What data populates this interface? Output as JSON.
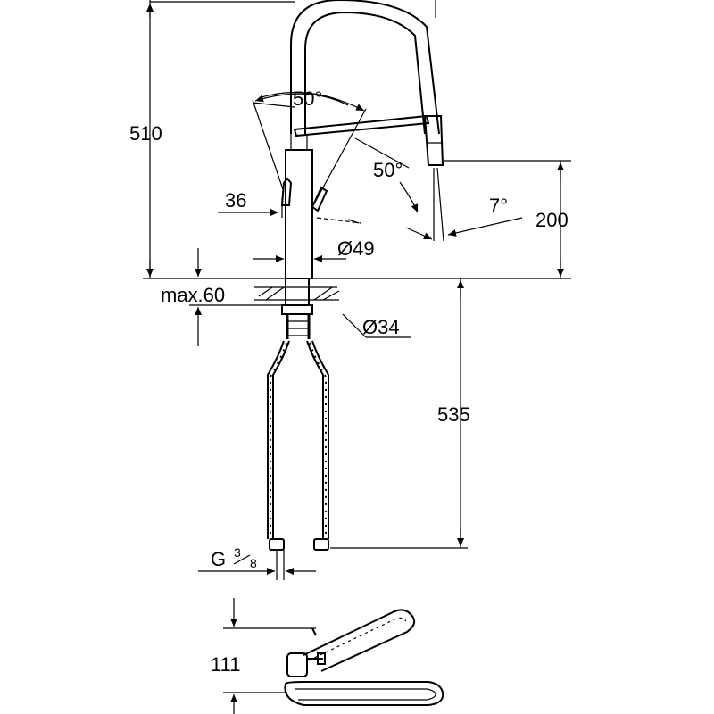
{
  "dimensions": {
    "height_total": "510",
    "spout_rotation_top": "50°",
    "spout_rotation_side": "50°",
    "lever_offset": "36",
    "spray_angle": "7°",
    "spout_height": "200",
    "body_diameter": "Ø49",
    "max_thickness": "max.60",
    "hole_diameter": "Ø34",
    "hose_length": "535",
    "thread_prefix": "G",
    "thread_num": "3",
    "thread_den": "8",
    "top_view_depth": "111"
  }
}
